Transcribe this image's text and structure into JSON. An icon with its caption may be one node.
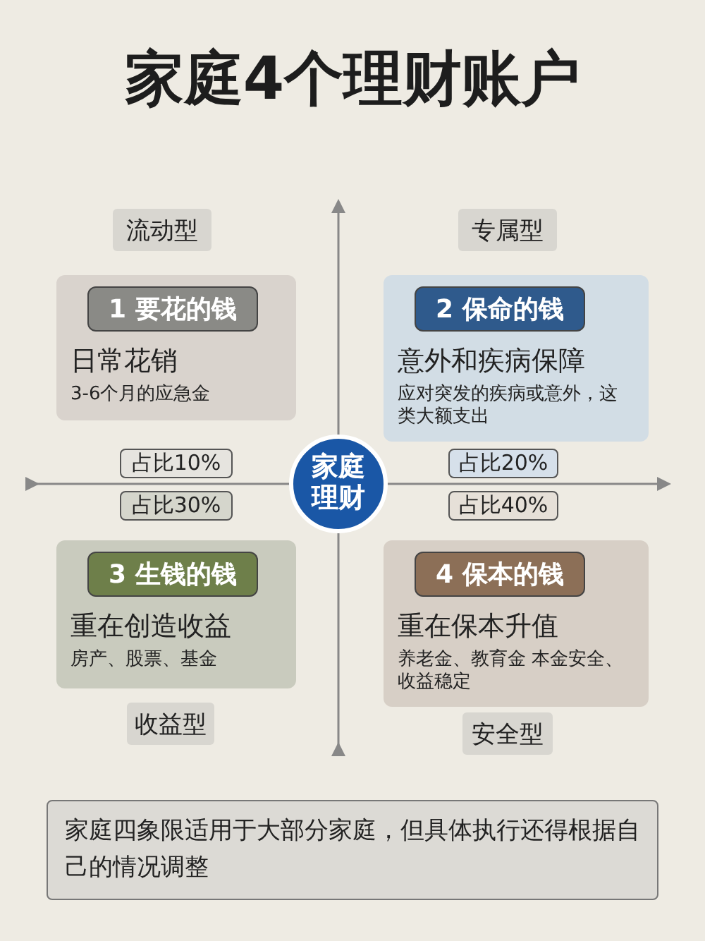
{
  "diagram": {
    "title": "家庭4个理财账户",
    "nodes": [
      {
        "text": [
          "流动型"
        ]
      },
      {
        "text": [
          "专属型"
        ]
      },
      {
        "text": [
          "1 要花的钱",
          "日常花销",
          "3-6个月的应急金"
        ]
      },
      {
        "text": [
          "2 保命的钱",
          "意外和疾病保障",
          "应对突发的疾病或意外，这类大额支出"
        ]
      },
      {
        "text": [
          "占比10%"
        ]
      },
      {
        "text": [
          "占比20%"
        ]
      },
      {
        "text": [
          "家庭理财"
        ]
      },
      {
        "text": [
          "占比30%"
        ]
      },
      {
        "text": [
          "占比40%"
        ]
      },
      {
        "text": [
          "3 生钱的钱",
          "重在创造收益",
          "房产、股票、基金"
        ]
      },
      {
        "text": [
          "4 保本的钱",
          "重在保本升值",
          "养老金、教育金 本金安全、收益稳定"
        ]
      },
      {
        "text": [
          "收益型"
        ]
      },
      {
        "text": [
          "安全型"
        ]
      },
      {
        "text": [
          "家庭四象限适用于大部分家庭，但具体执行还得根据自己的情况调整"
        ]
      }
    ]
  }
}
